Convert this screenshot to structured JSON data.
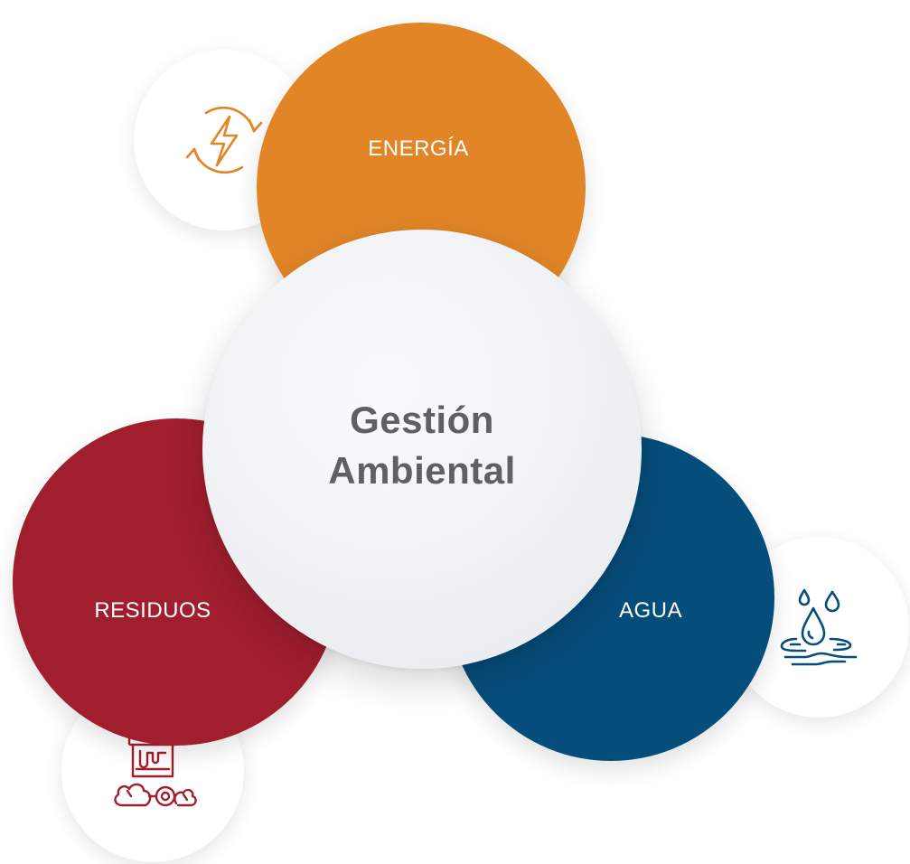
{
  "diagram": {
    "center": {
      "title_line1": "Gestión",
      "title_line2": "Ambiental",
      "color": "#5e6063"
    },
    "segments": [
      {
        "id": "energia",
        "label": "ENERGÍA",
        "color": "#e18527",
        "icon": "energy-cycle-icon"
      },
      {
        "id": "residuos",
        "label": "RESIDUOS",
        "color": "#a11e2e",
        "icon": "waste-bin-icon"
      },
      {
        "id": "agua",
        "label": "AGUA",
        "color": "#054d7a",
        "icon": "water-drops-icon"
      }
    ]
  }
}
